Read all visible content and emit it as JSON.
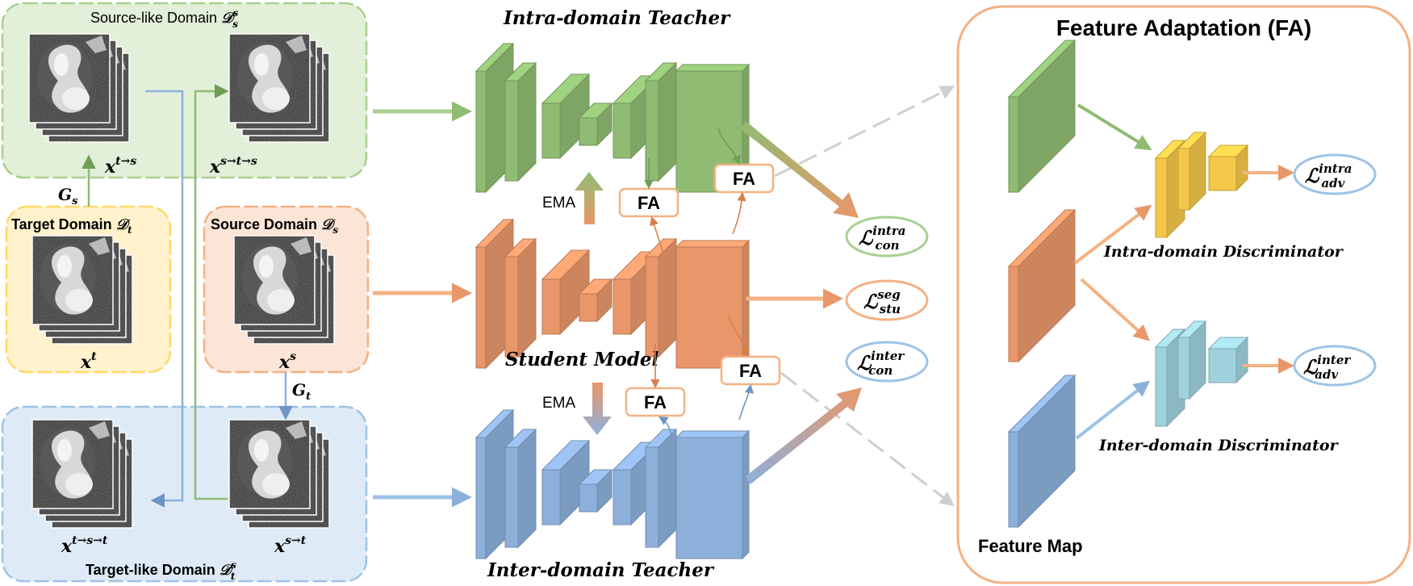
{
  "domains": {
    "source_like": {
      "label": "Source-like Domain ",
      "sym": "𝒟",
      "sub": "s",
      "sup": "s"
    },
    "target": {
      "label": "Target Domain ",
      "sym": "𝒟",
      "sub": "t"
    },
    "source": {
      "label": "Source Domain ",
      "sym": "𝒟",
      "sub": "s"
    },
    "target_like": {
      "label": "Target-like Domain ",
      "sym": "𝒟",
      "sub": "t",
      "sup": "s"
    }
  },
  "images": {
    "x_t_to_s": {
      "base": "x",
      "sup": "t→s"
    },
    "x_s_to_t_to_s": {
      "base": "x",
      "sup": "s→t→s"
    },
    "x_t": {
      "base": "x",
      "sup": "t"
    },
    "x_s": {
      "base": "x",
      "sup": "s"
    },
    "x_t_to_s_to_t": {
      "base": "x",
      "sup": "t→s→t"
    },
    "x_s_to_t": {
      "base": "x",
      "sup": "s→t"
    }
  },
  "generators": {
    "g_s": {
      "base": "G",
      "sub": "s"
    },
    "g_t": {
      "base": "G",
      "sub": "t"
    }
  },
  "models": {
    "intra_teacher": "Intra-domain Teacher",
    "student": "Student Model",
    "inter_teacher": "Inter-domain Teacher"
  },
  "ema_label": "EMA",
  "fa_label": "FA",
  "losses": {
    "intra_con": {
      "base": "ℒ",
      "sup": "intra",
      "sub": "con"
    },
    "seg_stu": {
      "base": "ℒ",
      "sup": "seg",
      "sub": "stu"
    },
    "inter_con": {
      "base": "ℒ",
      "sup": "inter",
      "sub": "con"
    },
    "intra_adv": {
      "base": "ℒ",
      "sup": "intra",
      "sub": "adv"
    },
    "inter_adv": {
      "base": "ℒ",
      "sup": "inter",
      "sub": "adv"
    }
  },
  "fa_panel": {
    "title": "Feature Adaptation (FA)",
    "intra_disc": "Intra-domain Discriminator",
    "inter_disc": "Inter-domain Discriminator",
    "feature_map": "Feature Map"
  },
  "colors": {
    "green": "#8FBC72",
    "green_dark": "#6F9E55",
    "orange": "#E9976A",
    "orange_dark": "#D87F4E",
    "blue": "#8DB0DB",
    "blue_dark": "#6E94C4",
    "yellow": "#F4C74A",
    "cyan": "#9FD1DC"
  }
}
